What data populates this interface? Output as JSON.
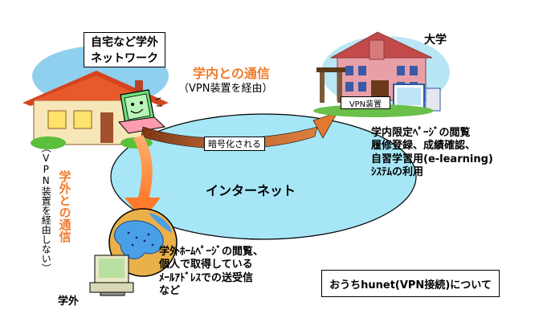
{
  "home": {
    "label_line1": "自宅など学外",
    "label_line2": "ネットワーク"
  },
  "campus": {
    "label": "大学",
    "vpn_device_label": "VPN装置",
    "services_lines": [
      "学内限定ﾍﾟｰｼﾞの閲覧",
      "履修登録、成績確認、",
      "自習学習用(e-learning)",
      "ｼｽﾃﾑの利用"
    ]
  },
  "internal_comm": {
    "title": "学内との通信",
    "subtitle": "（VPN装置を経由）"
  },
  "encrypted_label": "暗号化される",
  "internet_label": "インターネット",
  "external_comm": {
    "title": "学外との通信",
    "subtitle": "（VPN装置を経由しない）"
  },
  "external_services_lines": [
    "学外ﾎｰﾑﾍﾟｰｼﾞの閲覧、",
    "個人で取得している",
    "ﾒｰﾙｱﾄﾞﾚｽでの送受信",
    "など"
  ],
  "outside_label": "学外",
  "about_box": "おうちhunet(VPN接続)について",
  "colors": {
    "accent_orange": "#f07a2a",
    "internet_cyan": "#a6e6f6",
    "tunnel_brown": "#8a3b10"
  }
}
